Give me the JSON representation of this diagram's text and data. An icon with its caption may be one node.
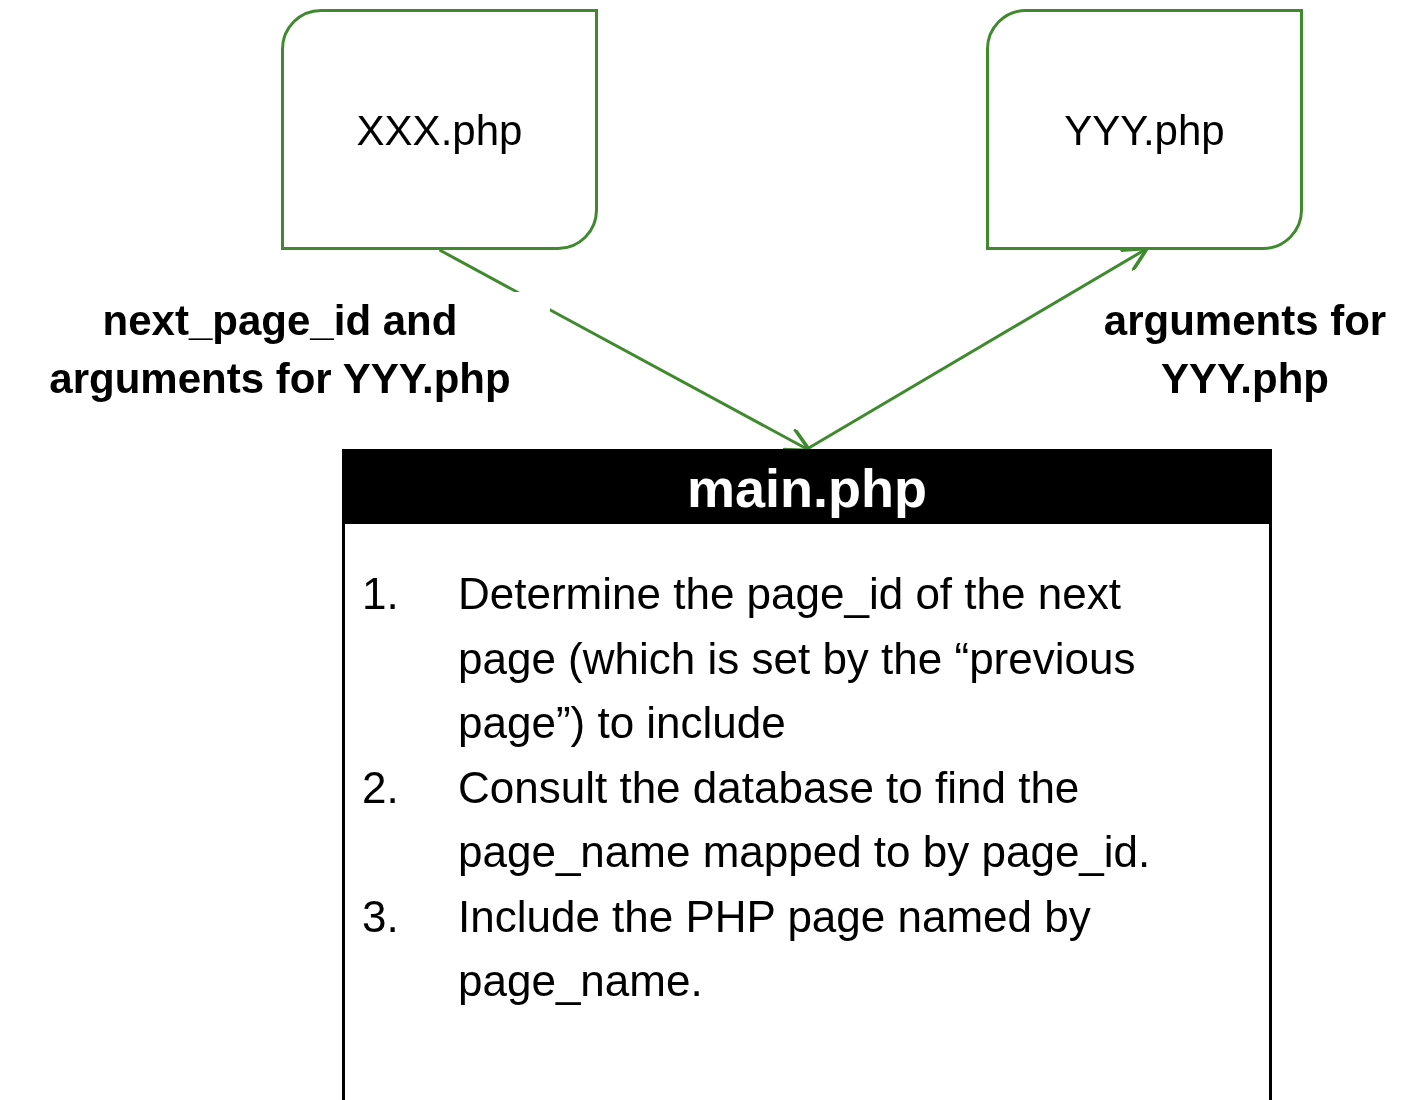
{
  "diagram": {
    "nodes": [
      {
        "text": [
          "XXX.php"
        ]
      },
      {
        "text": [
          "YYY.php"
        ]
      },
      {
        "text": [
          "main.php",
          "1.",
          "Determine the page_id of the next page (which is set by the “previous page”) to include",
          "2.",
          "Consult the database to find the page_name mapped to by page_id.",
          "3.",
          "Include the PHP page named by page_name."
        ]
      }
    ],
    "edges": [
      {
        "from": 0,
        "to": 2,
        "arrow": "to",
        "label": "next_page_id and arguments for YYY.php"
      },
      {
        "from": 2,
        "to": 1,
        "arrow": "to",
        "label": "arguments for YYY.php"
      }
    ]
  }
}
